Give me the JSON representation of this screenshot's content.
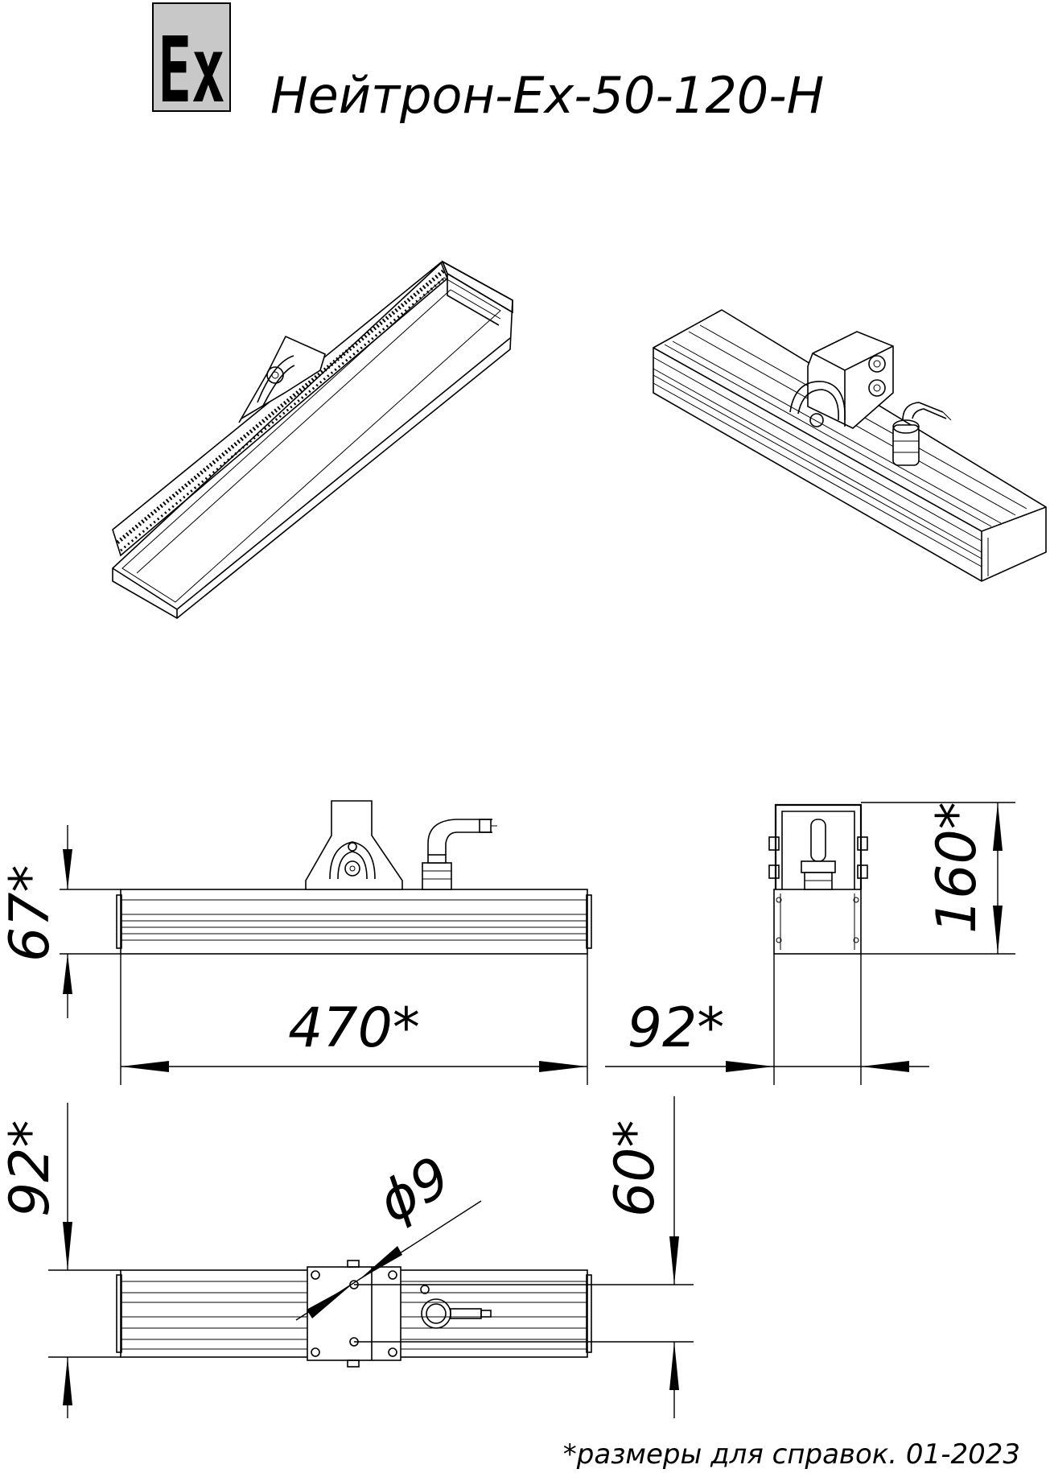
{
  "logo": {
    "text": "Ex"
  },
  "title": "Нейтрон-Ex-50-120-Н",
  "dimensions": {
    "height_side": "67*",
    "length": "470*",
    "width_front": "92*",
    "height_front": "160*",
    "width_top": "92*",
    "mount_spacing": "60*",
    "hole_diameter": "ϕ9"
  },
  "footnote": "*размеры для справок. 01-2023",
  "colors": {
    "logo_bg": "#c8c8c8",
    "line": "#000000"
  }
}
